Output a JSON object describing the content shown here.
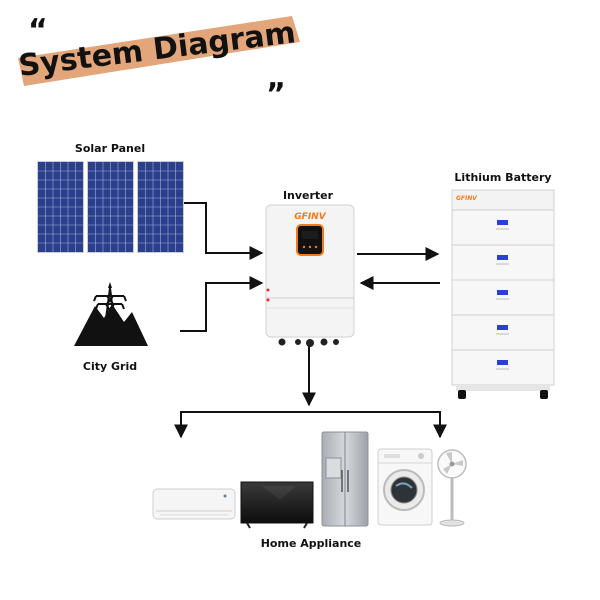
{
  "header": {
    "title": "System Diagram",
    "open_quote": "“",
    "close_quote": "”",
    "banner_color": "#e3a57a"
  },
  "nodes": {
    "solar_panel": {
      "label": "Solar Panel"
    },
    "city_grid": {
      "label": "City Grid"
    },
    "inverter": {
      "label": "Inverter",
      "brand": "GFINV",
      "accent": "#f07a1a"
    },
    "battery": {
      "label": "Lithium Battery",
      "brand": "GFINV",
      "modules": 5,
      "indicator_color": "#2a3fd6"
    },
    "appliances": {
      "label": "Home Appliance"
    }
  },
  "colors": {
    "connector": "#111111",
    "solar_cell": "#2b3f8c",
    "panel_frame": "#c8cdd6"
  }
}
